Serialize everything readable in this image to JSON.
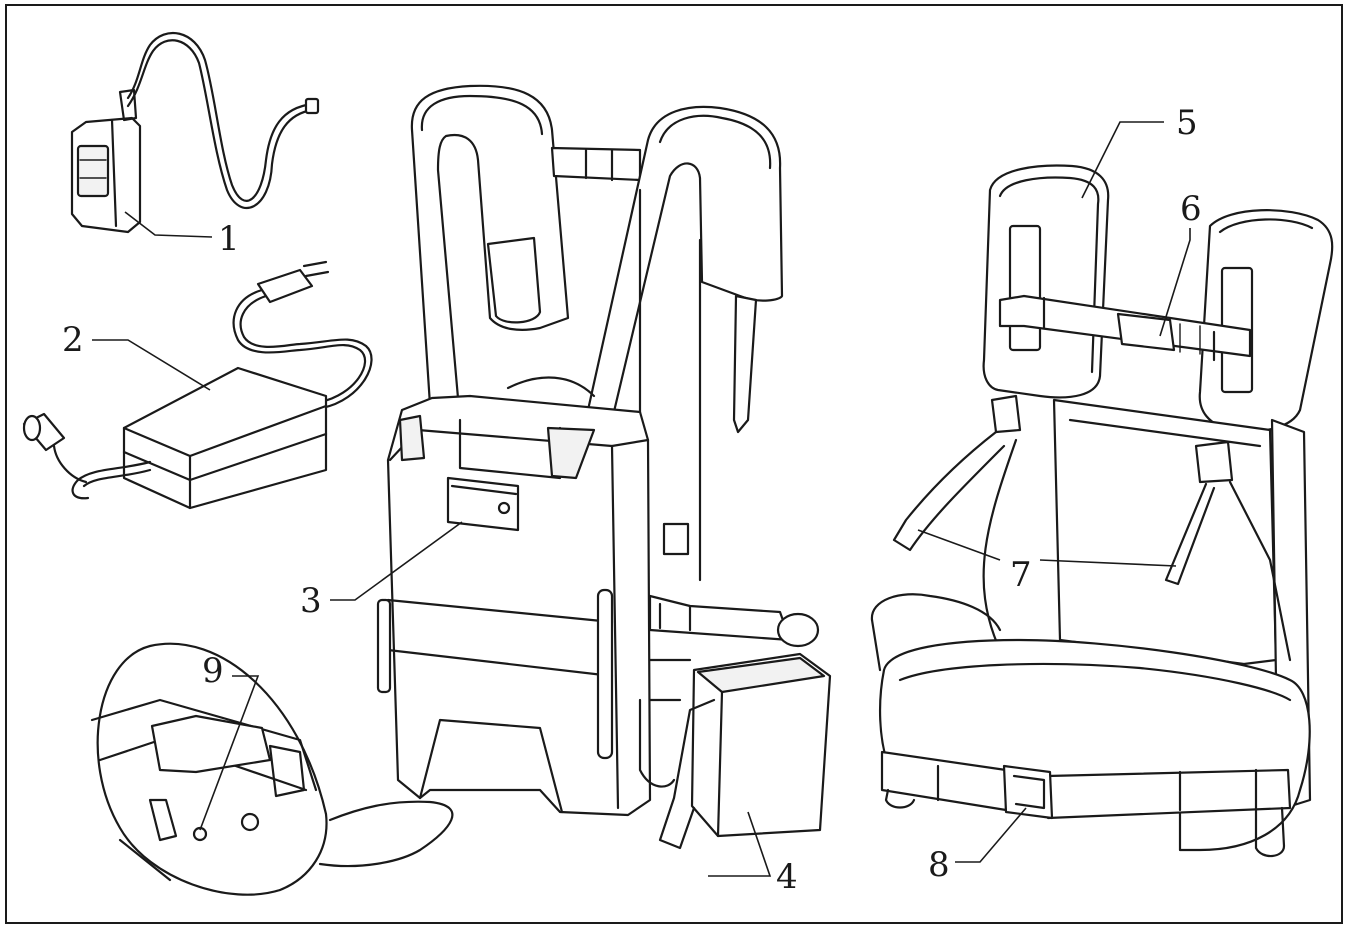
{
  "callouts": [
    {
      "id": "callout-1",
      "text": "1"
    },
    {
      "id": "callout-2",
      "text": "2"
    },
    {
      "id": "callout-3",
      "text": "3"
    },
    {
      "id": "callout-4",
      "text": "4"
    },
    {
      "id": "callout-5",
      "text": "5"
    },
    {
      "id": "callout-6",
      "text": "6"
    },
    {
      "id": "callout-7",
      "text": "7"
    },
    {
      "id": "callout-8",
      "text": "8"
    },
    {
      "id": "callout-9",
      "text": "9"
    }
  ]
}
